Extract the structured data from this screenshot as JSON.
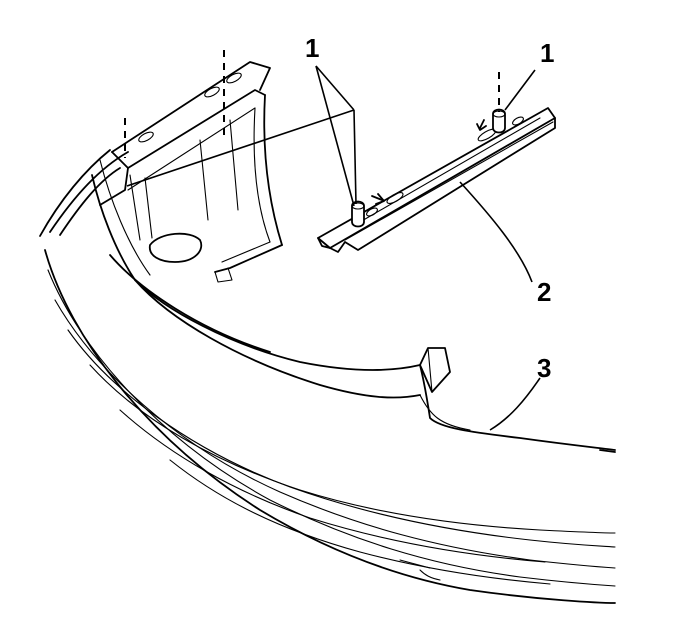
{
  "callouts": [
    {
      "id": "retainer-left",
      "label": "1"
    },
    {
      "id": "retainer-right",
      "label": "1"
    },
    {
      "id": "bracket",
      "label": "2"
    },
    {
      "id": "fascia",
      "label": "3"
    }
  ]
}
